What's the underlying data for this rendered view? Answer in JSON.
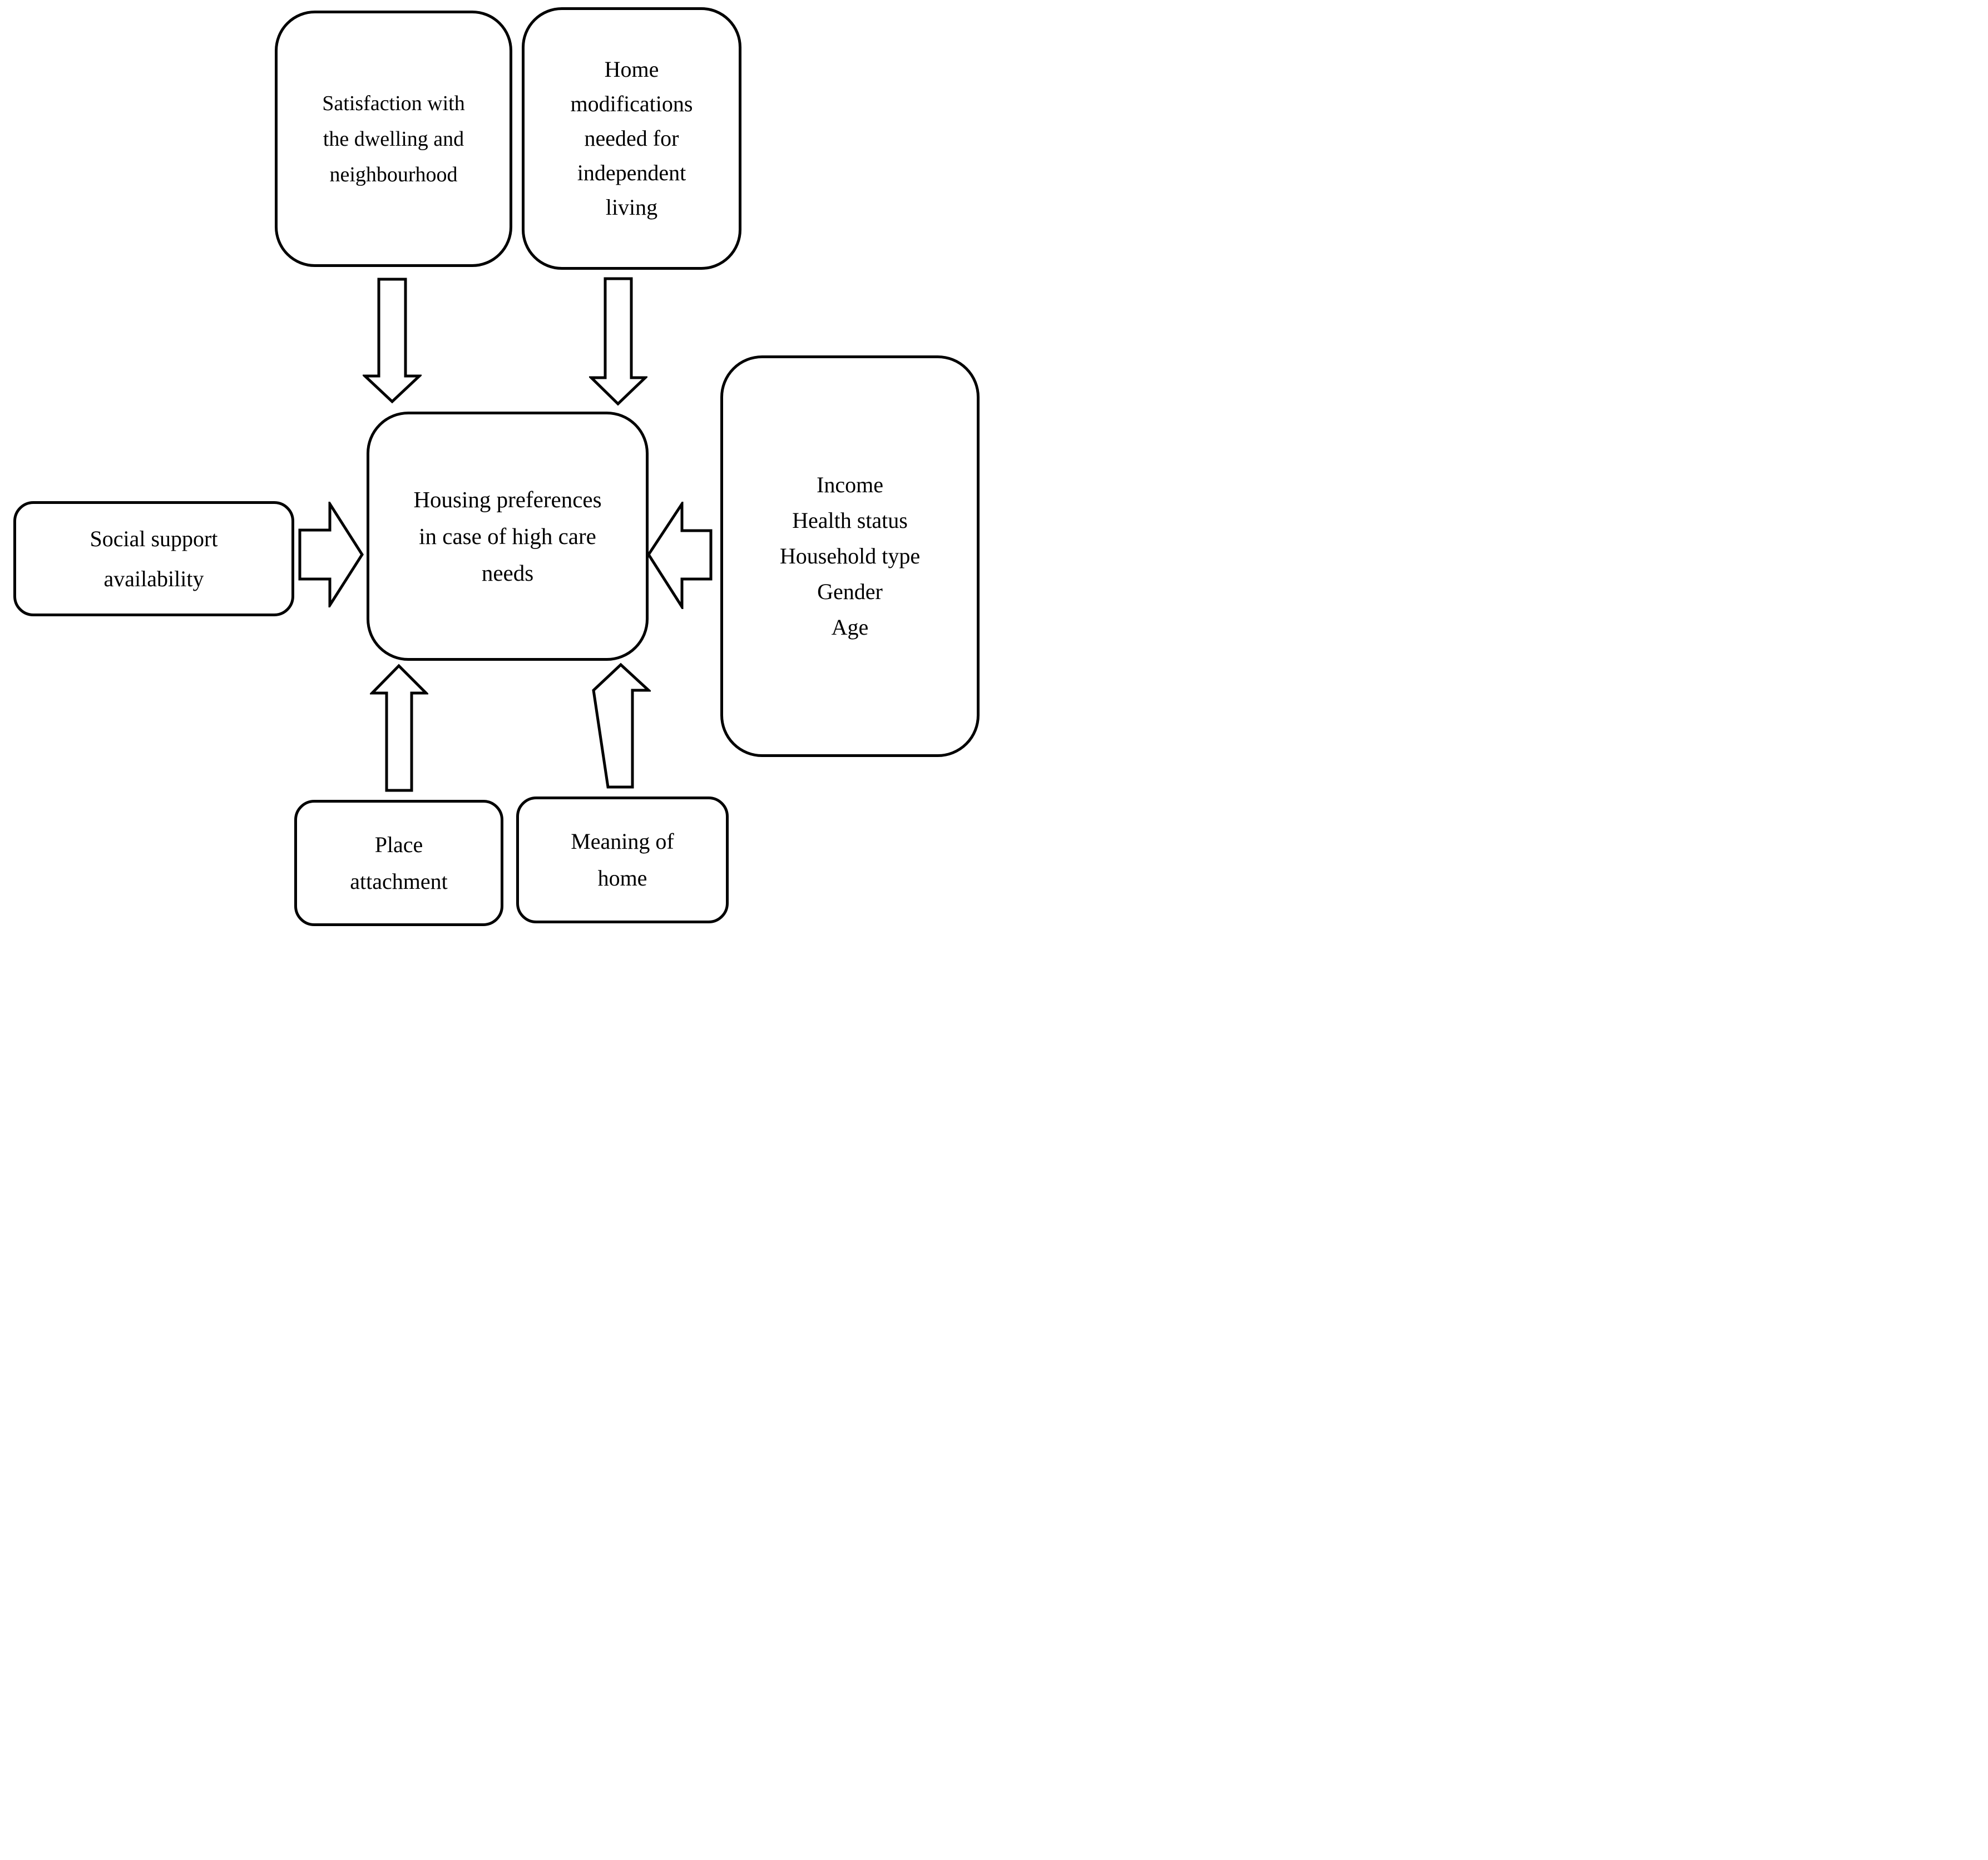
{
  "figure": {
    "background_color": "#ffffff",
    "stroke_color": "#000000",
    "text_color": "#000000",
    "description": "Conceptual model: factors influencing housing preferences in case of high care needs"
  },
  "boxes": {
    "top_left": {
      "lines": [
        "Satisfaction with",
        "the dwelling and",
        "neighbourhood"
      ]
    },
    "top_right": {
      "lines": [
        "Home",
        "modifications",
        "needed for",
        "independent",
        "living"
      ]
    },
    "center": {
      "lines": [
        "Housing preferences",
        "in case of high care",
        "needs"
      ]
    },
    "left": {
      "lines": [
        "Social support",
        "availability"
      ]
    },
    "right": {
      "lines": [
        "Income",
        "Health status",
        "Household type",
        "Gender",
        "Age"
      ]
    },
    "bottom_left": {
      "lines": [
        "Place",
        "attachment"
      ]
    },
    "bottom_right": {
      "lines": [
        "Meaning of",
        "home"
      ]
    }
  },
  "arrows": [
    {
      "name": "satisfaction-to-housing",
      "direction": "down"
    },
    {
      "name": "home-modifications-to-housing",
      "direction": "down"
    },
    {
      "name": "social-support-to-housing",
      "direction": "right"
    },
    {
      "name": "demographics-to-housing",
      "direction": "left"
    },
    {
      "name": "place-attachment-to-housing",
      "direction": "up"
    },
    {
      "name": "meaning-of-home-to-housing",
      "direction": "up"
    }
  ]
}
